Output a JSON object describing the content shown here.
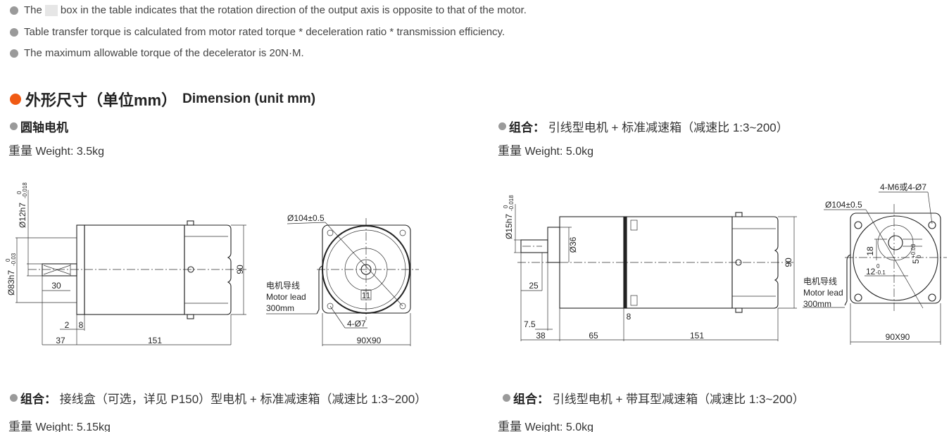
{
  "notes": [
    {
      "before": "The",
      "after": "box in the table indicates that the rotation direction of the output axis is opposite to that of the motor."
    },
    {
      "text": "Table transfer torque is calculated from motor rated torque * deceleration ratio * transmission efficiency."
    },
    {
      "text": "The maximum allowable torque of the decelerator is 20N·M."
    }
  ],
  "section": {
    "title_cn": "外形尺寸（单位mm）",
    "title_en": "Dimension (unit mm)"
  },
  "blocks": [
    {
      "prefix": "",
      "title": "圆轴电机",
      "desc": "",
      "weight_cn": "重量",
      "weight": "Weight: 3.5kg"
    },
    {
      "prefix": "组合：",
      "title": "",
      "desc": "引线型电机 + 标准减速箱（减速比 1:3~200）",
      "weight_cn": "重量",
      "weight": "Weight: 5.0kg"
    },
    {
      "prefix": "组合：",
      "title": "",
      "desc": "接线盒（可选，详见 P150）型电机 + 标准减速箱（减速比 1:3~200）",
      "weight_cn": "重量",
      "weight": "Weight: 5.15kg"
    },
    {
      "prefix": "组合：",
      "title": "",
      "desc": "引线型电机 + 带耳型减速箱（减速比 1:3~200）",
      "weight_cn": "重量",
      "weight": "Weight: 5.0kg"
    }
  ],
  "drawing1": {
    "shaft_dia": "Ø12h7",
    "shaft_tol_up": "0",
    "shaft_tol_low": "-0.018",
    "pilot_dia": "Ø83h7",
    "pilot_tol_up": "0",
    "pilot_tol_low": "-0.03",
    "key_len": "30",
    "d2": "2",
    "d8": "8",
    "d37": "37",
    "d151": "151",
    "d90": "90",
    "circle": "Ø104±0.5",
    "holes": "4-Ø7",
    "d11": "11",
    "square": "90X90",
    "lead_cn": "电机导线",
    "lead_en": "Motor lead",
    "lead_len": "300mm"
  },
  "drawing2": {
    "shaft_dia": "Ø15h7",
    "shaft_tol_up": "0",
    "shaft_tol_low": "-0.018",
    "boss": "Ø36",
    "d25": "25",
    "d7_5": "7.5",
    "d38": "38",
    "d65": "65",
    "d151": "151",
    "d8": "8",
    "d90": "90",
    "holes": "4-M6或4-Ø7",
    "circle": "Ø104±0.5",
    "d18": "18",
    "d12": "12",
    "d12_up": "0",
    "d12_low": "-0.1",
    "d5": "5",
    "d5_up": "+0.03",
    "d5_low": "0",
    "square": "90X90",
    "lead_cn": "电机导线",
    "lead_en": "Motor lead",
    "lead_len": "300mm"
  },
  "colors": {
    "accent": "#f05a14",
    "bullet": "#9a9a9a"
  }
}
